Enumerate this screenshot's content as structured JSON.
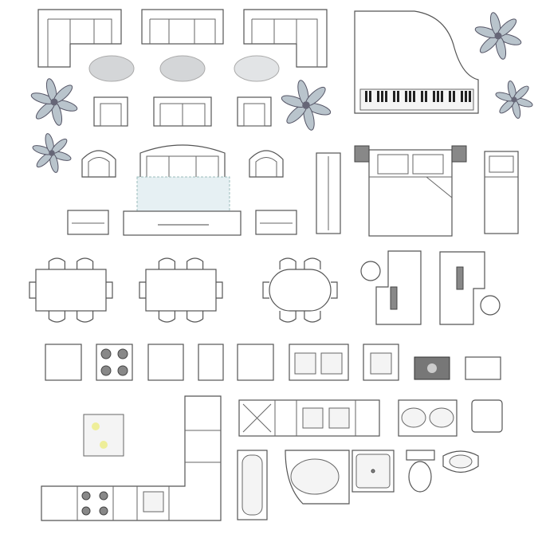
{
  "colors": {
    "outline": "#555555",
    "rug": "#d4d6d8",
    "plant": "#b9c4cc",
    "appliance_dark": "#888888",
    "background": "#ffffff"
  },
  "items": [
    "sofa",
    "rug",
    "grand-piano",
    "plant",
    "armchair",
    "loveseat",
    "bed",
    "tv-unit",
    "bookshelf",
    "double-bed",
    "single-bed",
    "dining-table",
    "desk",
    "kitchen-cabinet",
    "stove",
    "sink",
    "oven",
    "kitchen-counter",
    "bathtub",
    "corner-bathtub",
    "shower-tray",
    "toilet",
    "washbasin"
  ]
}
